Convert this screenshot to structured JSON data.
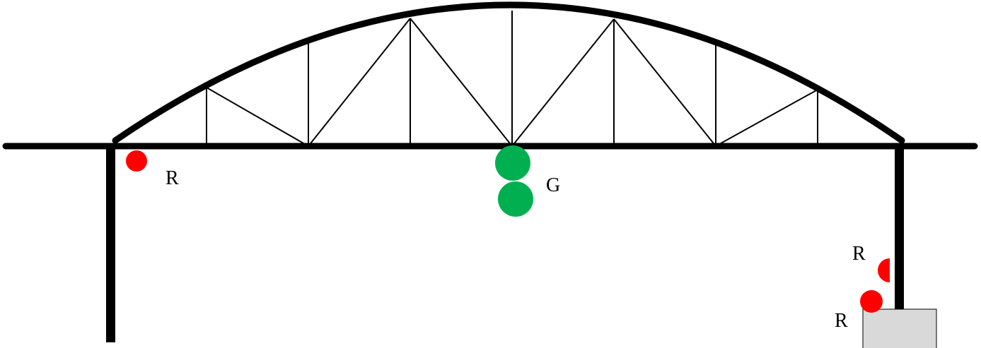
{
  "labels": {
    "red_left": "R",
    "green_center": "G",
    "red_right_upper": "R",
    "red_right_lower": "R"
  },
  "colors": {
    "structure": "#000000",
    "red_marker": "#ff0000",
    "green_marker": "#00b050",
    "pier_block": "#d9d9d9",
    "pier_block_border": "#000000"
  }
}
